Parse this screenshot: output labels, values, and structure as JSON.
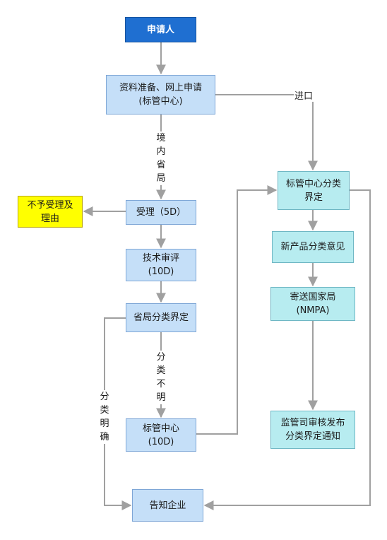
{
  "nodes": {
    "applicant": "申请人",
    "prepare": [
      "资料准备、网上申请",
      "(标管中心)"
    ],
    "accept": "受理（5D）",
    "reject": [
      "不予受理及",
      "理由"
    ],
    "tech_review": [
      "技术审评",
      "(10D)"
    ],
    "province_classify": "省局分类界定",
    "std_center": [
      "标管中心",
      "(10D)"
    ],
    "notify": "告知企业",
    "center_classify": [
      "标管中心分类",
      "界定"
    ],
    "new_product_opinion": "新产品分类意见",
    "send_nmpa": [
      "寄送国家局",
      "(NMPA)"
    ],
    "publish": [
      "监管司审核发布",
      "分类界定通知"
    ]
  },
  "edge_labels": {
    "domestic": [
      "境",
      "内",
      "省",
      "局"
    ],
    "import": "进口",
    "unclear": [
      "分",
      "类",
      "不",
      "明"
    ],
    "clear": [
      "分",
      "类",
      "明",
      "确"
    ]
  },
  "colors": {
    "start_fill": "#1f6fd1",
    "process_fill": "#c5dff8",
    "center_fill": "#b7ecf0",
    "reject_fill": "#ffff00",
    "connector": "#a0a0a0"
  }
}
